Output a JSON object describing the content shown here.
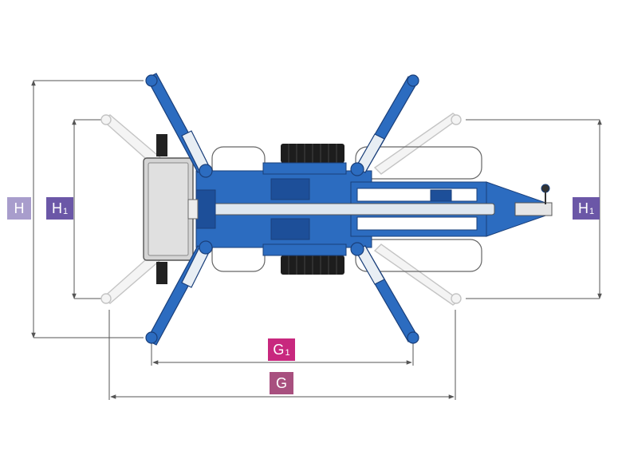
{
  "labels": {
    "H": {
      "letter": "H",
      "sub": ""
    },
    "H1_left": {
      "letter": "H",
      "sub": "1"
    },
    "H1_right": {
      "letter": "H",
      "sub": "1"
    },
    "G1": {
      "letter": "G",
      "sub": "1"
    },
    "G": {
      "letter": "G",
      "sub": ""
    }
  },
  "colors": {
    "H": "#a89dcc",
    "H1": "#6b57a7",
    "G1": "#c8287e",
    "G": "#a8507f",
    "machine_blue": "#2c6cc0",
    "machine_dark": "#1d4f99",
    "outline": "#444444",
    "ghost": "#c7c7c7",
    "dimension_line": "#555555"
  }
}
